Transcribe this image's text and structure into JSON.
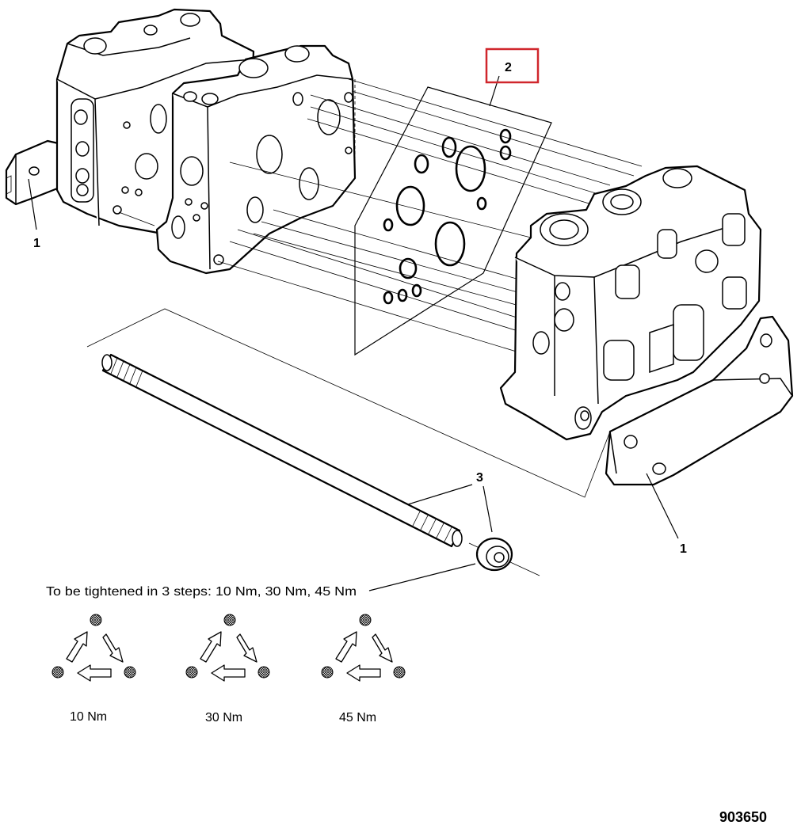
{
  "callouts": {
    "frame_left": "1",
    "seal_kit": "2",
    "tie_rod": "3",
    "frame_right": "1"
  },
  "instruction": "To be tightened in 3 steps: 10 Nm, 30 Nm, 45 Nm",
  "steps": [
    {
      "label": "10 Nm"
    },
    {
      "label": "30 Nm"
    },
    {
      "label": "45 Nm"
    }
  ],
  "figure_number": "903650",
  "colors": {
    "highlight": "#d0262c",
    "line": "#000000"
  }
}
